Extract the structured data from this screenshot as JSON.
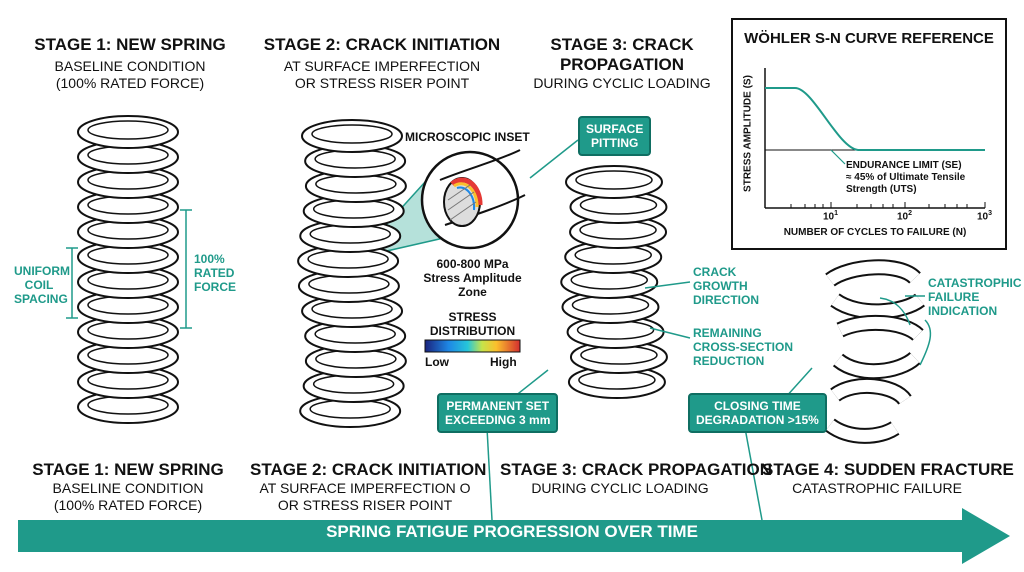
{
  "top_labels": [
    {
      "title": "STAGE 1: NEW SPRING",
      "sub1": "BASELINE CONDITION",
      "sub2": "(100% RATED FORCE)"
    },
    {
      "title": "STAGE 2: CRACK INITIATION",
      "sub1": "AT SURFACE IMPERFECTION",
      "sub2": "OR STRESS RISER POINT"
    },
    {
      "title1": "STAGE 3: CRACK",
      "title2": "PROPAGATION",
      "sub1": "DURING CYCLIC LOADING"
    }
  ],
  "bottom_labels": [
    {
      "title": "STAGE 1: NEW SPRING",
      "sub1": "BASELINE CONDITION",
      "sub2": "(100% RATED FORCE)"
    },
    {
      "title": "STAGE 2: CRACK INITIATION",
      "sub1": "AT SURFACE IMPERFECTION O",
      "sub2": "OR STRESS RISER POINT"
    },
    {
      "title": "STAGE 3: CRACK PROPAGATION",
      "sub1": "DURING CYCLIC LOADING"
    },
    {
      "title": "STAGE 4: SUDDEN FRACTURE",
      "sub1": "CATASTROPHIC FAILURE"
    }
  ],
  "callouts": {
    "uniform_spacing": [
      "UNIFORM",
      "COIL",
      "SPACING"
    ],
    "rated_force": [
      "100%",
      "RATED",
      "FORCE"
    ],
    "microscopic_inset": "MICROSCOPIC INSET",
    "surface_pitting": [
      "SURFACE",
      "PITTING"
    ],
    "stress_zone": [
      "600-800 MPa",
      "Stress Amplitude",
      "Zone"
    ],
    "stress_distribution": "STRESS\nDISTRIBUTION",
    "stress_distribution_lines": [
      "STRESS",
      "DISTRIBUTION"
    ],
    "low": "Low",
    "high": "High",
    "crack_growth": [
      "CRACK",
      "GROWTH",
      "DIRECTION"
    ],
    "remaining_cross": [
      "REMAINING",
      "CROSS-SECTION",
      "REDUCTION"
    ],
    "catastrophic": [
      "CATASTROPHIC",
      "FAILURE",
      "INDICATION"
    ],
    "permanent_set": [
      "PERMANENT SET",
      "EXCEEDING 3 mm"
    ],
    "closing_time": [
      "CLOSING TIME",
      "DEGRADATION >15%"
    ]
  },
  "sn_chart": {
    "title": "WÖHLER S-N CURVE REFERENCE",
    "ylabel": "STRESS AMPLITUDE (S)",
    "xlabel": "NUMBER OF CYCLES TO FAILURE (N)",
    "endurance": [
      "ENDURANCE LIMIT (SE)",
      "≈ 45% of Ultimate Tensile",
      "Strength (UTS)"
    ],
    "ticks": [
      "10",
      "10",
      "10"
    ],
    "tick_exps": [
      "1",
      "2",
      "3"
    ]
  },
  "arrow_text": "SPRING FATIGUE PROGRESSION OVER TIME",
  "colors": {
    "teal": "#1f9a8a",
    "teal_dark": "#0f6e62",
    "ink": "#111111"
  }
}
